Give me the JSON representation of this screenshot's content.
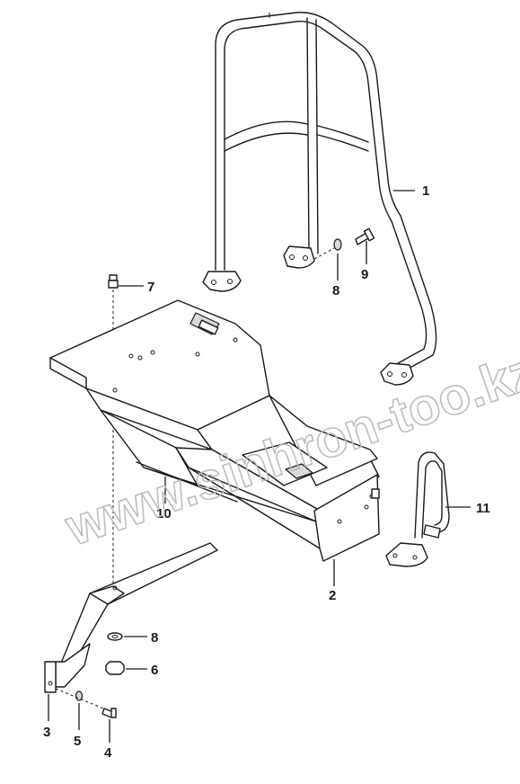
{
  "diagram": {
    "callouts": [
      {
        "id": "c1",
        "label": "1"
      },
      {
        "id": "c2",
        "label": "2"
      },
      {
        "id": "c3",
        "label": "3"
      },
      {
        "id": "c4",
        "label": "4"
      },
      {
        "id": "c5",
        "label": "5"
      },
      {
        "id": "c6",
        "label": "6"
      },
      {
        "id": "c7",
        "label": "7"
      },
      {
        "id": "c8a",
        "label": "8"
      },
      {
        "id": "c8b",
        "label": "8"
      },
      {
        "id": "c9",
        "label": "9"
      },
      {
        "id": "c10",
        "label": "10"
      },
      {
        "id": "c11",
        "label": "11"
      }
    ],
    "watermark": "www.sinhron-too.kz",
    "colors": {
      "ink": "#1a1a1a",
      "watermark": "#bdbdbd",
      "background": "#ffffff"
    }
  }
}
